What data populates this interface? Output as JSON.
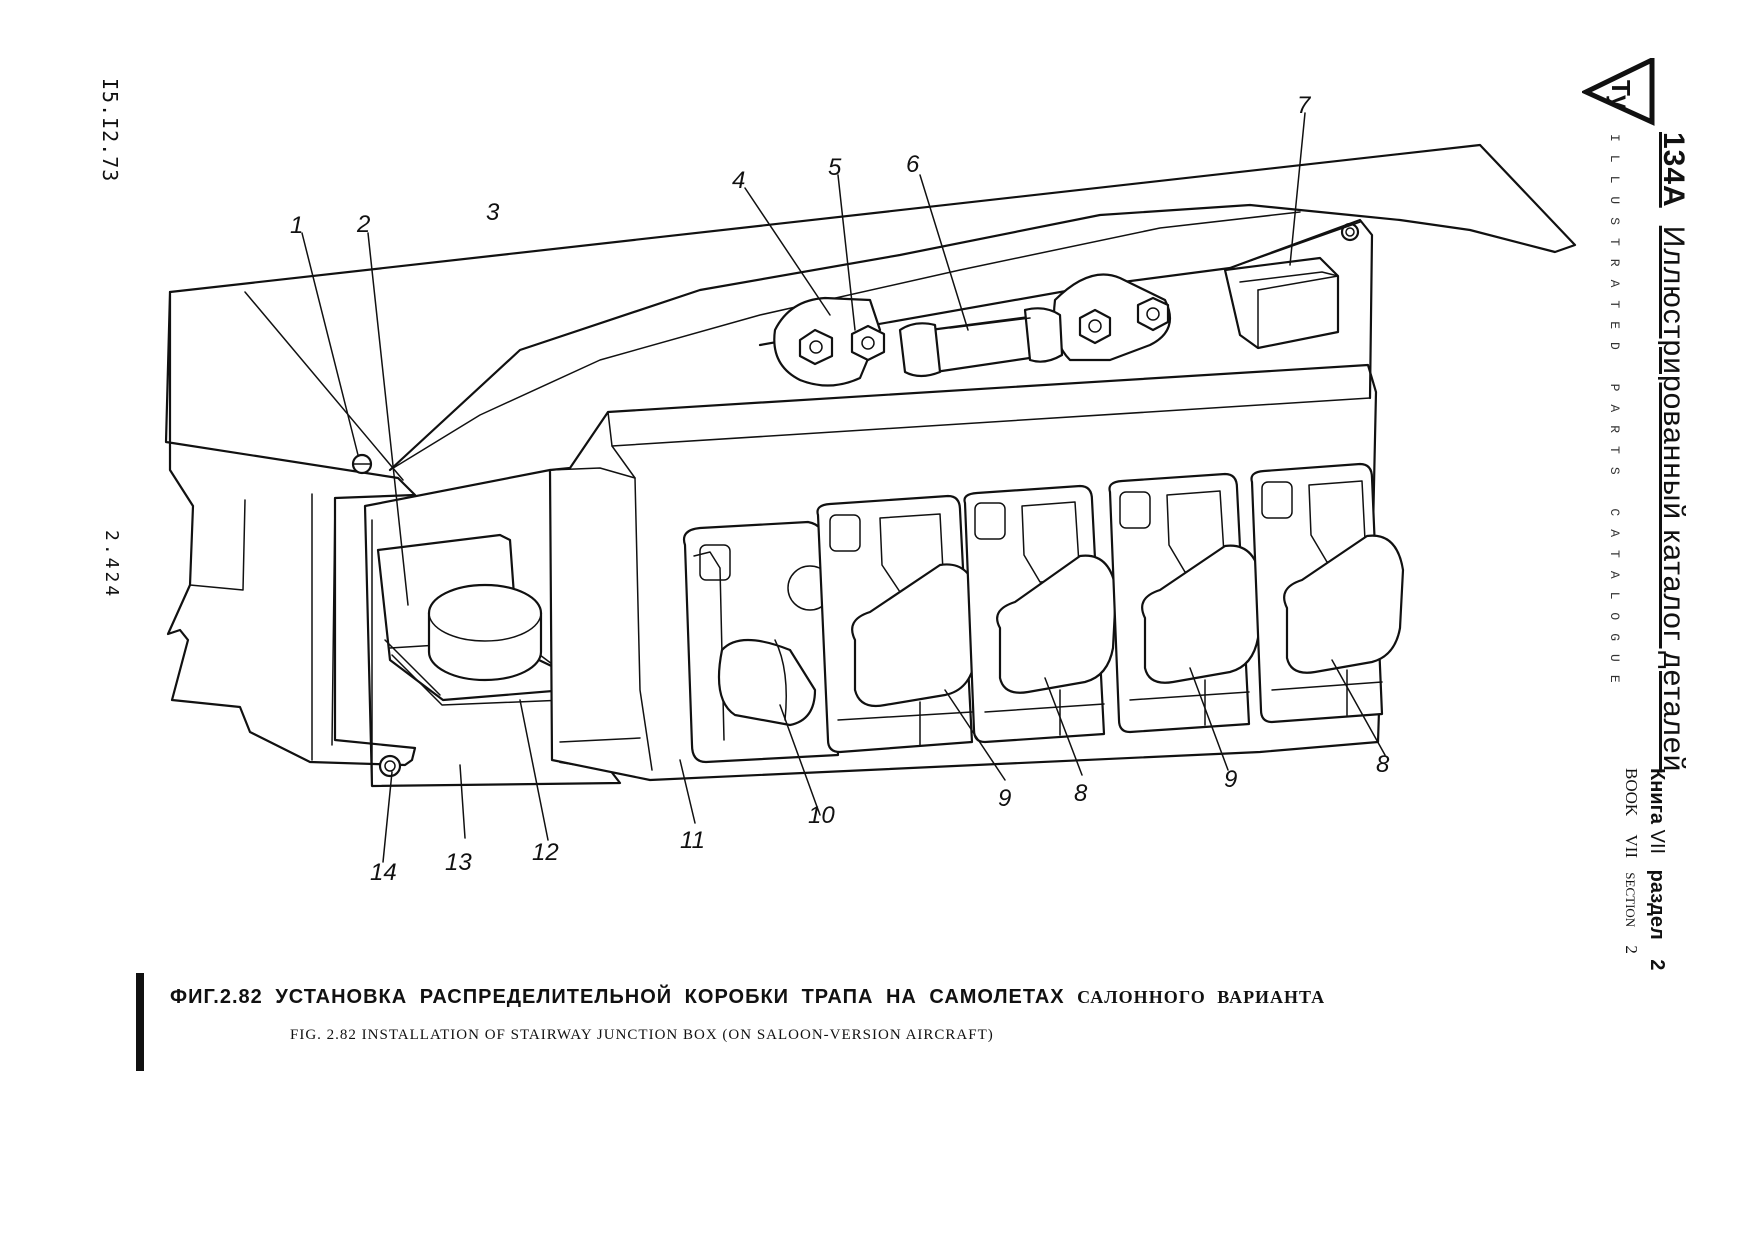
{
  "margin": {
    "date": "I5.I2.73",
    "page_number": "2.424"
  },
  "header": {
    "logo_text": "Ту",
    "model": "134А",
    "title_ru": "Иллюстрированный каталог деталей",
    "title_en": "ILLUSTRATED PARTS CATALOGUE",
    "book_ru_label": "Книга",
    "book_ru_number": "VII",
    "section_ru_label": "раздел",
    "section_ru_number": "2",
    "book_en_label": "BOOK",
    "book_en_number": "VII",
    "section_en_label": "SECTION",
    "section_en_number": "2"
  },
  "figure": {
    "callouts": [
      "1",
      "2",
      "3",
      "4",
      "5",
      "6",
      "7",
      "8",
      "8",
      "9",
      "9",
      "10",
      "11",
      "12",
      "13",
      "14"
    ]
  },
  "caption": {
    "ru_main": "ФИГ.2.82 УСТАНОВКА РАСПРЕДЕЛИТЕЛЬНОЙ КОРОБКИ ТРАПА НА САМОЛЕТАХ",
    "ru_tail": "САЛОННОГО ВАРИАНТА",
    "en": "FIG. 2.82 INSTALLATION OF STAIRWAY JUNCTION BOX (ON SALOON-VERSION AIRCRAFT)"
  }
}
